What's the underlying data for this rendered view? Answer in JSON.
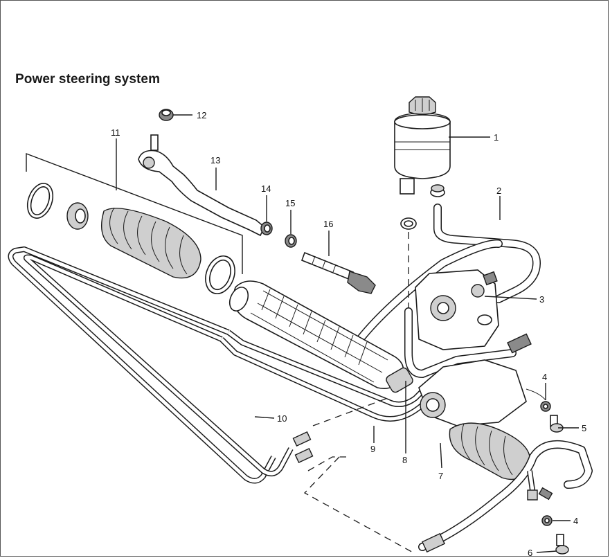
{
  "title": "Power steering system",
  "callouts": [
    {
      "id": "c1",
      "text": "1"
    },
    {
      "id": "c2",
      "text": "2"
    },
    {
      "id": "c3",
      "text": "3"
    },
    {
      "id": "c4a",
      "text": "4"
    },
    {
      "id": "c4b",
      "text": "4"
    },
    {
      "id": "c5",
      "text": "5"
    },
    {
      "id": "c6",
      "text": "6"
    },
    {
      "id": "c7",
      "text": "7"
    },
    {
      "id": "c8",
      "text": "8"
    },
    {
      "id": "c9",
      "text": "9"
    },
    {
      "id": "c10",
      "text": "10"
    },
    {
      "id": "c11",
      "text": "11"
    },
    {
      "id": "c12",
      "text": "12"
    },
    {
      "id": "c13",
      "text": "13"
    },
    {
      "id": "c14",
      "text": "14"
    },
    {
      "id": "c15",
      "text": "15"
    },
    {
      "id": "c16",
      "text": "16"
    }
  ]
}
